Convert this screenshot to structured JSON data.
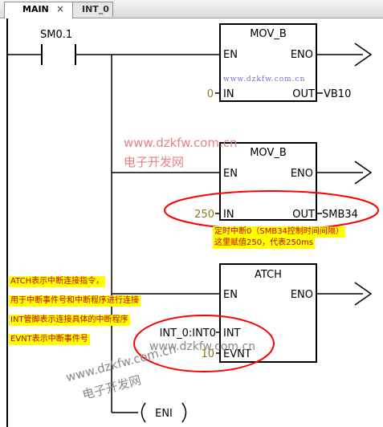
{
  "tabs": [
    {
      "label": "MAIN",
      "close": "×"
    },
    {
      "label": "INT_0"
    }
  ],
  "contact": {
    "label": "SM0.1"
  },
  "boxes": [
    {
      "title": "MOV_B",
      "en": "EN",
      "eno": "ENO",
      "in_pin": "IN",
      "out_pin": "OUT",
      "in_value": "0",
      "out_value": "VB10"
    },
    {
      "title": "MOV_B",
      "en": "EN",
      "eno": "ENO",
      "in_pin": "IN",
      "out_pin": "OUT",
      "in_value": "250",
      "out_value": "SMB34"
    },
    {
      "title": "ATCH",
      "en": "EN",
      "eno": "ENO",
      "in_pin": "INT",
      "out_pin": "EVNT",
      "in_value": "INT_0:INT0",
      "out_value": "10"
    }
  ],
  "coil": {
    "label": "ENI"
  },
  "annotations": {
    "smb34_line1": "定时中断0（SMB34控制时间间隔）",
    "smb34_line2": "这里赋值250，代表250ms",
    "atch_lines": [
      "ATCH表示中断连接指令，",
      "用于中断事件号和中断程序进行连接",
      "INT管脚表示连接具体的中断程序",
      "EVNT表示中断事件号"
    ]
  },
  "watermarks": {
    "url": "www.dzkfw.com.cn",
    "name": "电子开发网",
    "url_small": "www.dzkfw.com.cn"
  },
  "colors": {
    "highlight": "#ffff00",
    "annotation_text": "#c00000",
    "ellipse": "#ff0000",
    "value_text": "#8a7a10"
  }
}
